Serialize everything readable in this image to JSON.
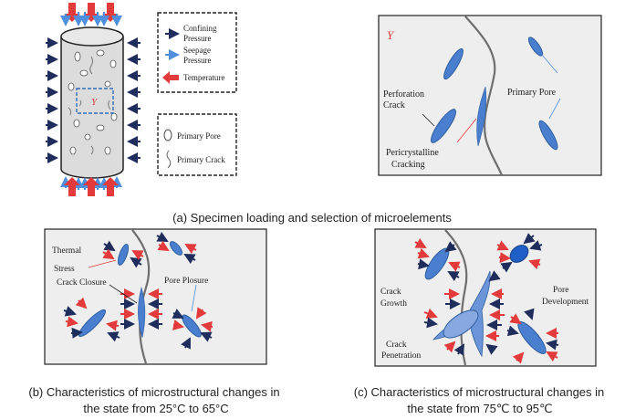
{
  "colors": {
    "panel_bg": "#eeeeee",
    "ellipse_blue": "#4a7fcf",
    "dark_arrow": "#1f2d5c",
    "light_arrow": "#4f8fde",
    "red_arrow": "#e33b3b",
    "crack_grey": "#7a7a7a"
  },
  "specimen": {
    "y_label": "Y"
  },
  "legend_load": {
    "confining": "Confining Pressure",
    "confining_l1": "Confining",
    "confining_l2": "Pressure",
    "seepage_l1": "Seepage",
    "seepage_l2": "Pressure",
    "temperature": "Temperature"
  },
  "legend_defect": {
    "pore": "Primary Pore",
    "crack": "Primary Crack"
  },
  "panel_a_zoom": {
    "y_label": "Y",
    "perforation_l1": "Perforation",
    "perforation_l2": "Crack",
    "primary_pore": "Primary Pore",
    "pericry_l1": "Pericrystalline",
    "pericry_l2": "Cracking"
  },
  "caption_a": "(a) Specimen loading and selection of microelements",
  "panel_b": {
    "thermal_l1": "Thermal",
    "thermal_l2": "Stress",
    "crack_closure": "Crack Closure",
    "pore_plosure": "Pore Plosure"
  },
  "caption_b_l1": "(b) Characteristics of microstructural changes in",
  "caption_b_l2": "the state from 25°C to 65°C",
  "panel_c": {
    "crack_growth_l1": "Crack",
    "crack_growth_l2": "Growth",
    "pore_dev_l1": "Pore",
    "pore_dev_l2": "Development",
    "crack_pen_l1": "Crack",
    "crack_pen_l2": "Penetration"
  },
  "caption_c_l1": "(c) Characteristics of microstructural changes in",
  "caption_c_l2": "the state from 75℃ to 95℃"
}
